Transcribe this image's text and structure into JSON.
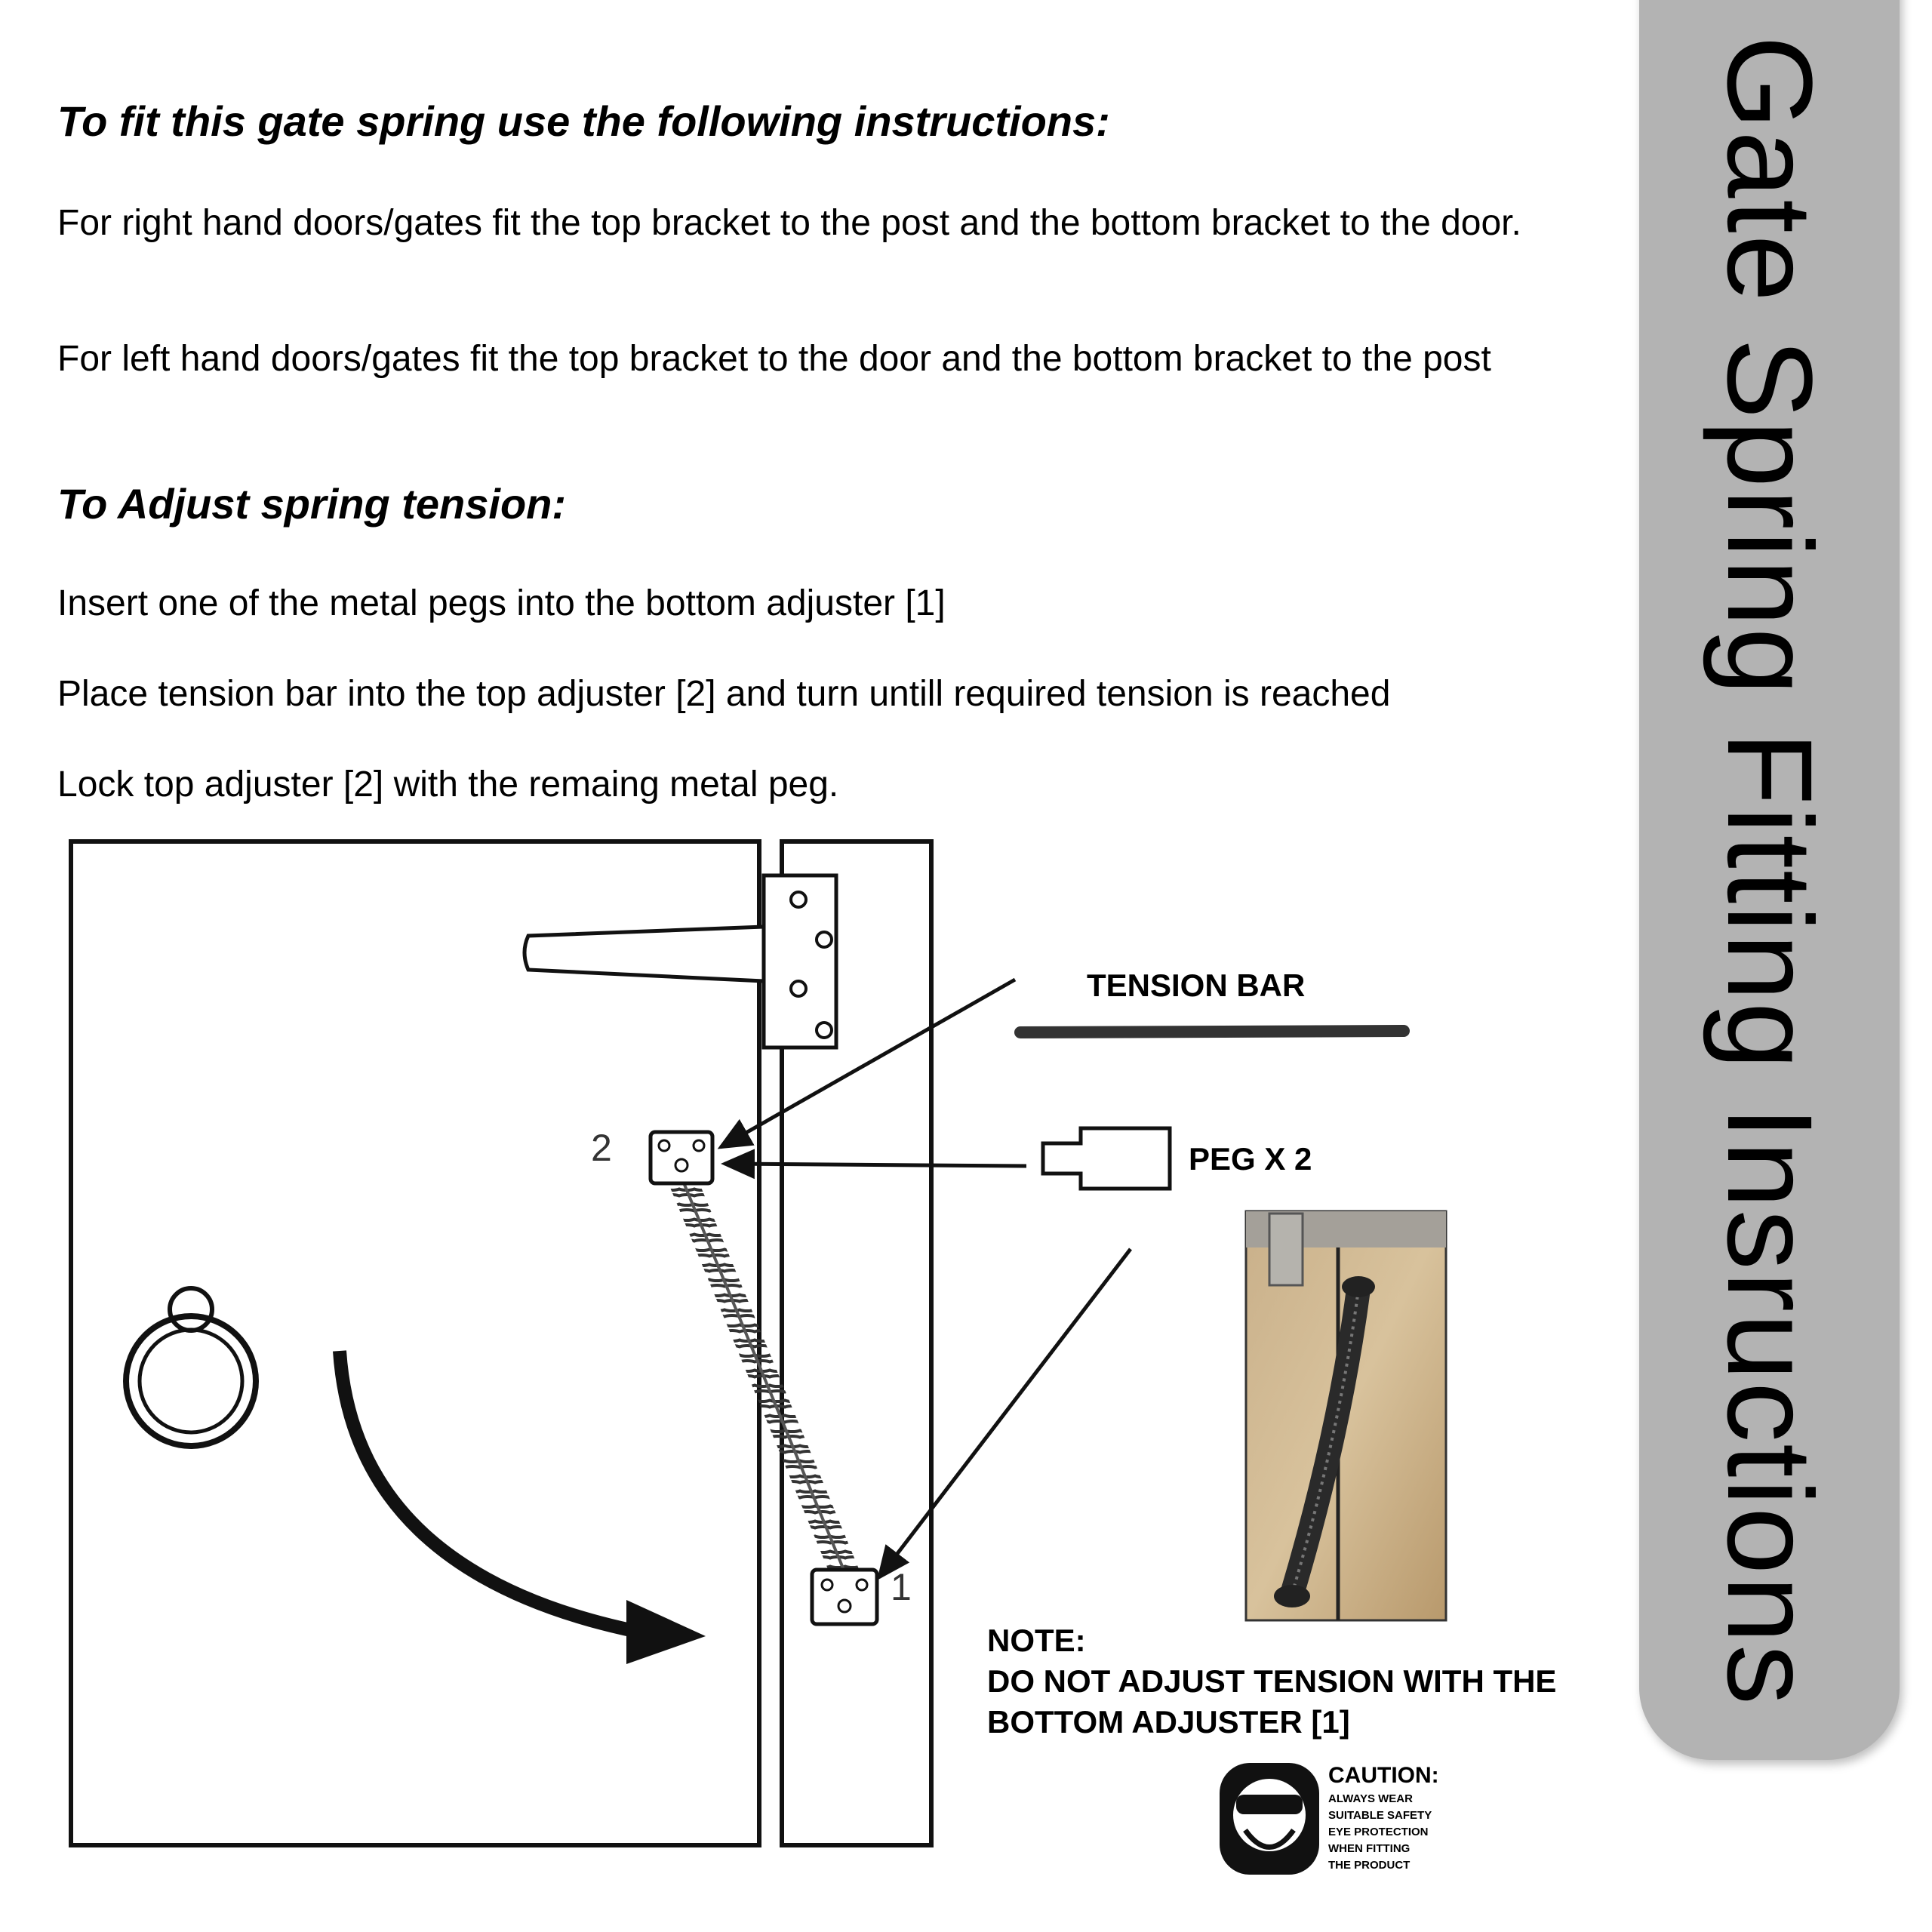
{
  "document": {
    "heading_fit": "To fit this gate spring use the following instructions:",
    "fit_right": "For right hand doors/gates fit the top bracket to the post and the bottom bracket to the door.",
    "fit_left": "For left hand doors/gates fit the top bracket to the door and the bottom bracket to the post",
    "heading_adjust": "To Adjust spring tension:",
    "step_insert": "Insert one of the metal pegs into the bottom adjuster [1]",
    "step_place": "Place tension bar into the top adjuster [2] and turn untill required tension is reached",
    "step_lock": "Lock top adjuster [2] with the remaing metal peg."
  },
  "sidebar": {
    "title": "Gate Spring Fitting Insructions",
    "background": "#b3b3b3"
  },
  "diagram": {
    "label_tension_bar": "TENSION BAR",
    "label_peg": "PEG X 2",
    "adjuster_top_number": "2",
    "adjuster_bottom_number": "1",
    "note_heading": "NOTE:",
    "note_line1": "DO NOT ADJUST TENSION WITH THE",
    "note_line2": "BOTTOM ADJUSTER [1]",
    "caution_title": "CAUTION:",
    "caution_lines": [
      "ALWAYS WEAR",
      "SUITABLE SAFETY",
      "EYE PROTECTION",
      "WHEN FITTING",
      "THE PRODUCT"
    ]
  }
}
